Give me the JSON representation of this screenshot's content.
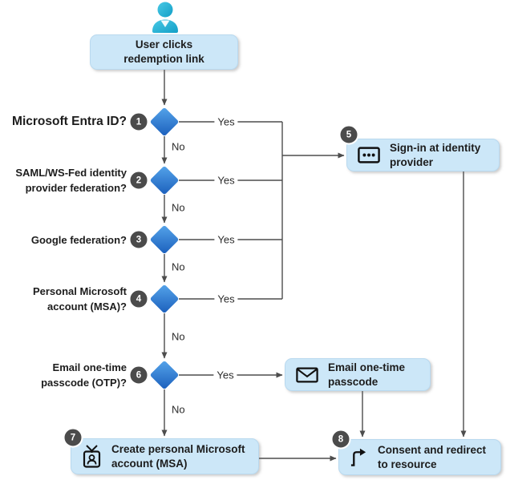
{
  "diagram": {
    "start": {
      "line1": "User clicks",
      "line2": "redemption link"
    },
    "decisions": [
      {
        "num": "1",
        "line1": "Microsoft Entra ID?",
        "line2": ""
      },
      {
        "num": "2",
        "line1": "SAML/WS-Fed identity",
        "line2": "provider federation?"
      },
      {
        "num": "3",
        "line1": "Google federation?",
        "line2": ""
      },
      {
        "num": "4",
        "line1": "Personal Microsoft",
        "line2": "account (MSA)?"
      },
      {
        "num": "6",
        "line1": "Email one-time",
        "line2": "passcode (OTP)?"
      }
    ],
    "processes": [
      {
        "num": "5",
        "line1": "Sign-in at identity",
        "line2": "provider",
        "icon": "password-entry-icon"
      },
      {
        "num": "",
        "line1": "Email one-time",
        "line2": "passcode",
        "icon": "email-envelope-icon"
      },
      {
        "num": "7",
        "line1": "Create personal Microsoft",
        "line2": "account (MSA)",
        "icon": "id-badge-icon"
      },
      {
        "num": "8",
        "line1": "Consent and redirect",
        "line2": "to resource",
        "icon": "redirect-arrow-icon"
      }
    ],
    "edge_labels": {
      "yes": "Yes",
      "no": "No"
    },
    "colors": {
      "box_fill": "#cce7f8",
      "box_border": "#b9d9ef",
      "diamond_light": "#55a4ea",
      "diamond_dark": "#1b5fbc",
      "badge_fill": "#4b4b4b",
      "line": "#4d4d4d",
      "person_light": "#49c9e5",
      "person_dark": "#129fc7",
      "text": "#1c1c1c"
    }
  }
}
